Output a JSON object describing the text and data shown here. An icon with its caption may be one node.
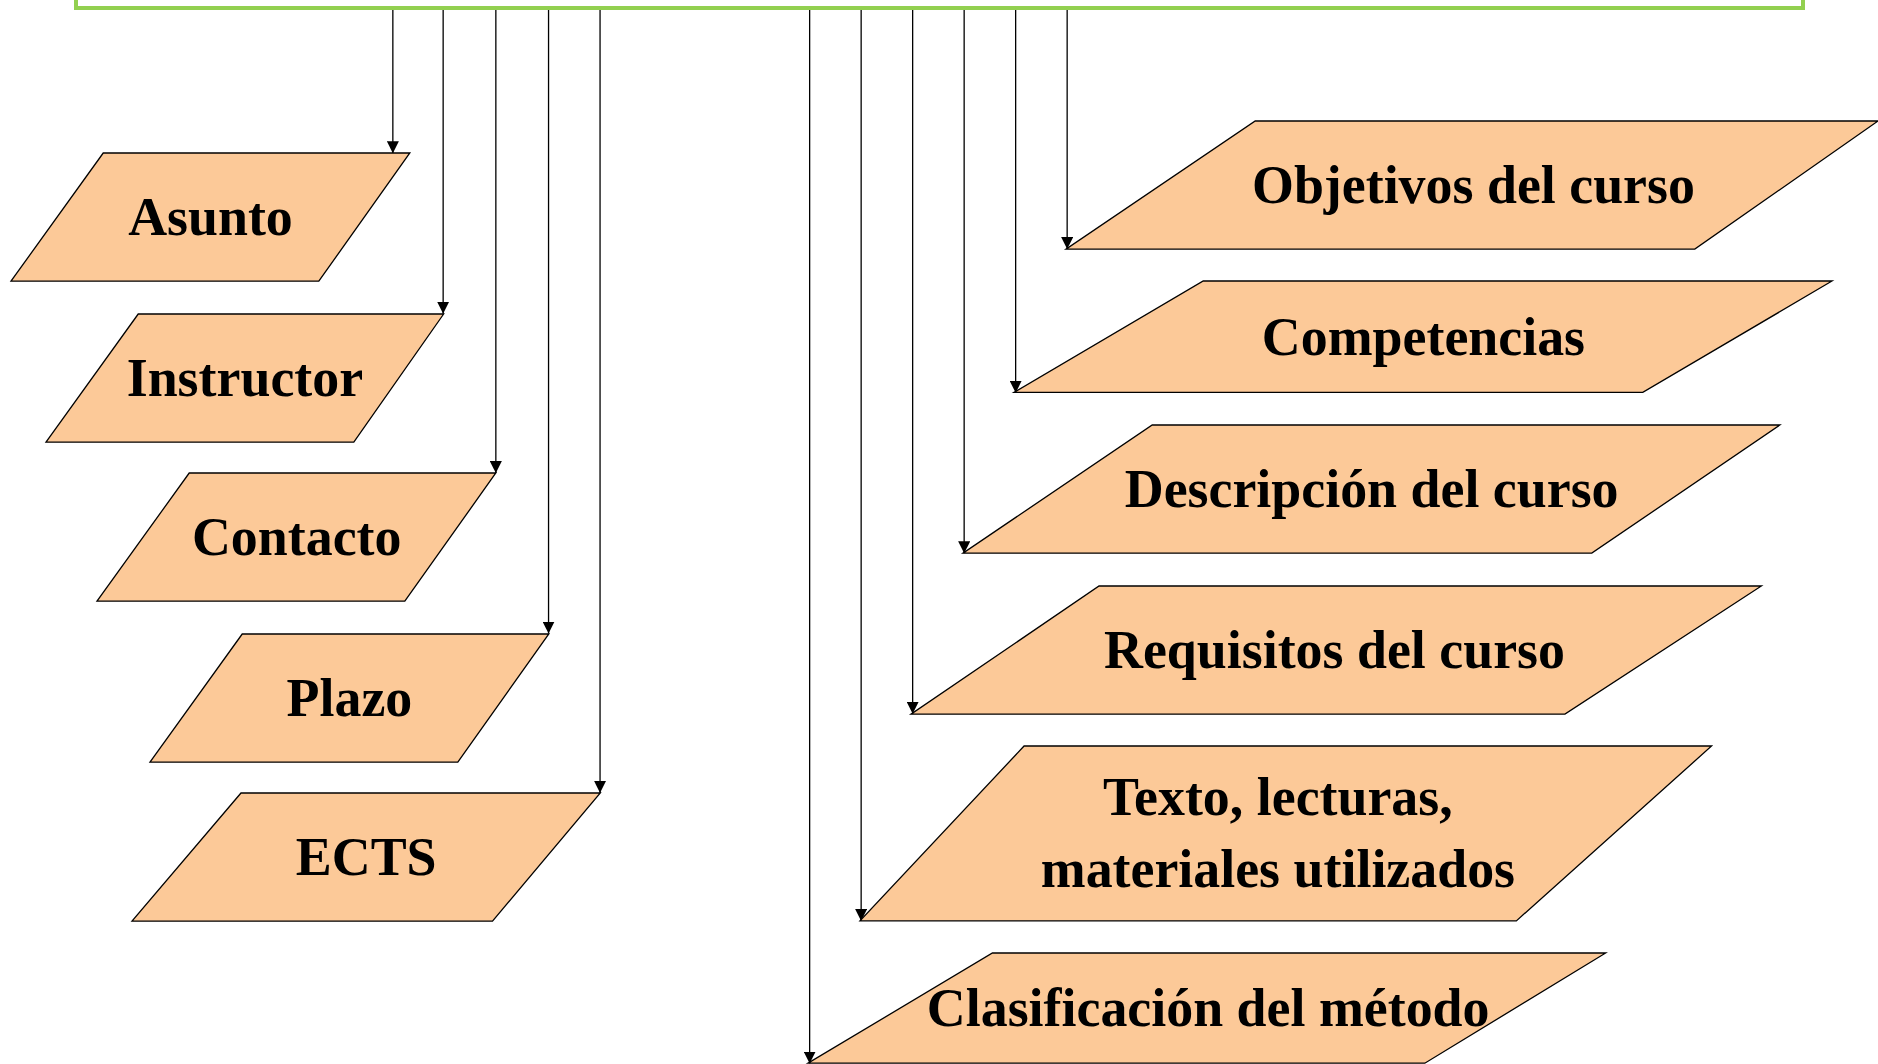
{
  "diagram": {
    "nodes": [
      {
        "text": [],
        "shape": "box"
      },
      {
        "text": [
          "Asunto"
        ]
      },
      {
        "text": [
          "Instructor"
        ]
      },
      {
        "text": [
          "Contacto"
        ]
      },
      {
        "text": [
          "Plazo"
        ]
      },
      {
        "text": [
          "ECTS"
        ]
      },
      {
        "text": [
          "Objetivos del curso"
        ]
      },
      {
        "text": [
          "Competencias"
        ]
      },
      {
        "text": [
          "Descripción del curso"
        ]
      },
      {
        "text": [
          "Requisitos del curso"
        ]
      },
      {
        "text": [
          "Texto, lecturas, materiales utilizados"
        ]
      },
      {
        "text": [
          "Clasificación del método"
        ]
      }
    ],
    "edges": [
      {
        "from": 0,
        "to": 1,
        "arrow": "to"
      },
      {
        "from": 0,
        "to": 2,
        "arrow": "to"
      },
      {
        "from": 0,
        "to": 3,
        "arrow": "to"
      },
      {
        "from": 0,
        "to": 4,
        "arrow": "to"
      },
      {
        "from": 0,
        "to": 5,
        "arrow": "to"
      },
      {
        "from": 0,
        "to": 6,
        "arrow": "to"
      },
      {
        "from": 0,
        "to": 7,
        "arrow": "to"
      },
      {
        "from": 0,
        "to": 8,
        "arrow": "to"
      },
      {
        "from": 0,
        "to": 9,
        "arrow": "to"
      },
      {
        "from": 0,
        "to": 10,
        "arrow": "to"
      },
      {
        "from": 0,
        "to": 11,
        "arrow": "to"
      }
    ]
  }
}
